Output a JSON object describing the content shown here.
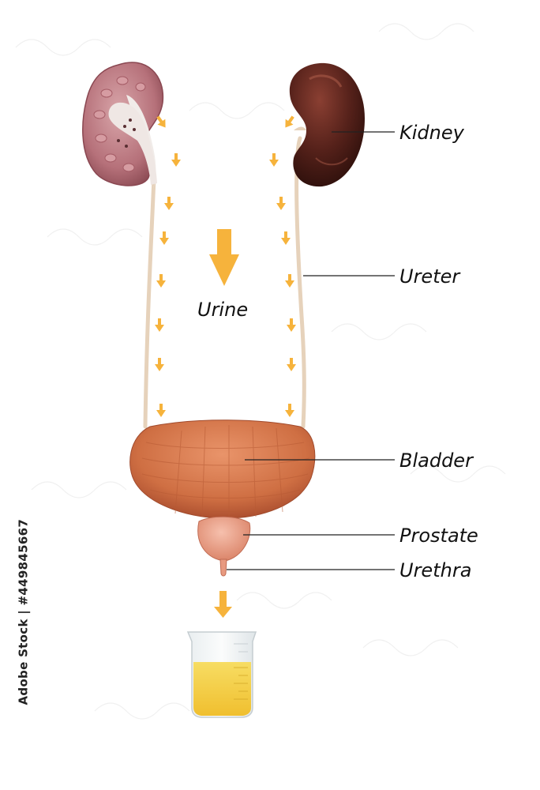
{
  "labels": {
    "kidney": "Kidney",
    "ureter": "Ureter",
    "urine": "Urine",
    "bladder": "Bladder",
    "prostate": "Prostate",
    "urethra": "Urethra"
  },
  "stock_id": "Adobe Stock | #449845667",
  "colors": {
    "arrow": "#f6b33c",
    "kidney_section": "#b9767d",
    "kidney_surface": "#4e1e17",
    "ureter": "#e6d2bb",
    "bladder": "#d87a4c",
    "prostate": "#e89a80",
    "urine": "#f2cb3f",
    "leader_line": "#222222"
  },
  "watermark": "stock-watermark"
}
